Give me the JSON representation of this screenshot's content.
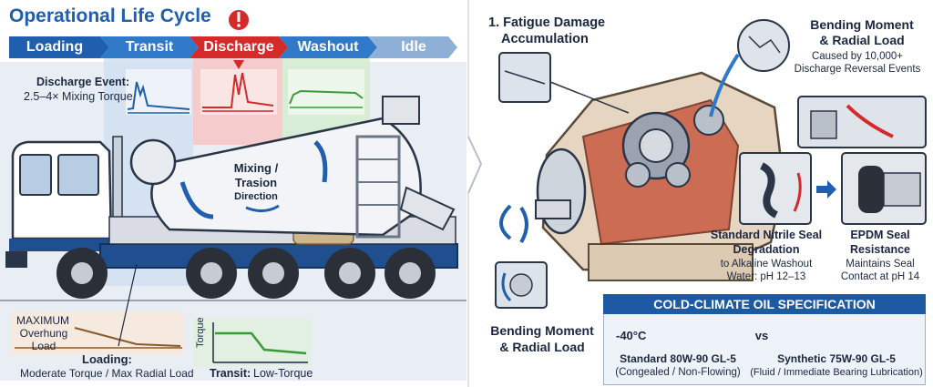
{
  "left": {
    "title": "Operational Life Cycle",
    "stages": [
      {
        "label": "Loading",
        "color": "#1f5fae"
      },
      {
        "label": "Transit",
        "color": "#2f79c8"
      },
      {
        "label": "Discharge",
        "color": "#d42a2a"
      },
      {
        "label": "Washout",
        "color": "#2f79c8"
      },
      {
        "label": "Idle",
        "color": "#8fb0d6"
      }
    ],
    "discharge_event_title": "Discharge Event:",
    "discharge_event_value": "2.5–4× Mixing Torque",
    "drum_label_1": "Mixing /",
    "drum_label_2": "Trasion",
    "drum_label_3": "Direction",
    "max_overhung_1": "MAXIMUM",
    "max_overhung_2": "Overhung",
    "max_overhung_3": "Load",
    "loading_title": "Loading:",
    "loading_desc": "Moderate Torque / Max Radial Load",
    "torque_axis": "Torque",
    "transit_title": "Transit:",
    "transit_desc": "Low-Torque"
  },
  "right": {
    "fatigue_1": "1. Fatigue Damage",
    "fatigue_2": "Accumulation",
    "bending_top_1": "Bending Moment",
    "bending_top_2": "& Radial Load",
    "bending_top_3": "Caused by 10,000+",
    "bending_top_4": "Discharge Reversal Events",
    "nitrile_1": "Standard Nitrile Seal",
    "nitrile_2": "Degradation",
    "nitrile_3": "to Alkaline Washout",
    "nitrile_4": "Water: pH 12–13",
    "epdm_1": "EPDM Seal",
    "epdm_2": "Resistance",
    "epdm_3": "Maintains Seal",
    "epdm_4": "Contact at pH 14",
    "bending_bottom_1": "Bending Moment",
    "bending_bottom_2": "& Radial Load",
    "oil_header": "COLD-CLIMATE OIL SPECIFICATION",
    "temp": "-40°C",
    "vs": "vs",
    "standard_title": "Standard 80W-90 GL-5",
    "standard_desc": "(Congealed / Non-Flowing)",
    "synthetic_title": "Synthetic 75W-90 GL-5",
    "synthetic_desc": "(Fluid / Immediate Bearing Lubrication)"
  },
  "colors": {
    "navy": "#1b2740",
    "blue": "#1f5fae",
    "red": "#d42a2a",
    "green": "#3a9a3a",
    "oil_amber": "#e3b35a"
  }
}
